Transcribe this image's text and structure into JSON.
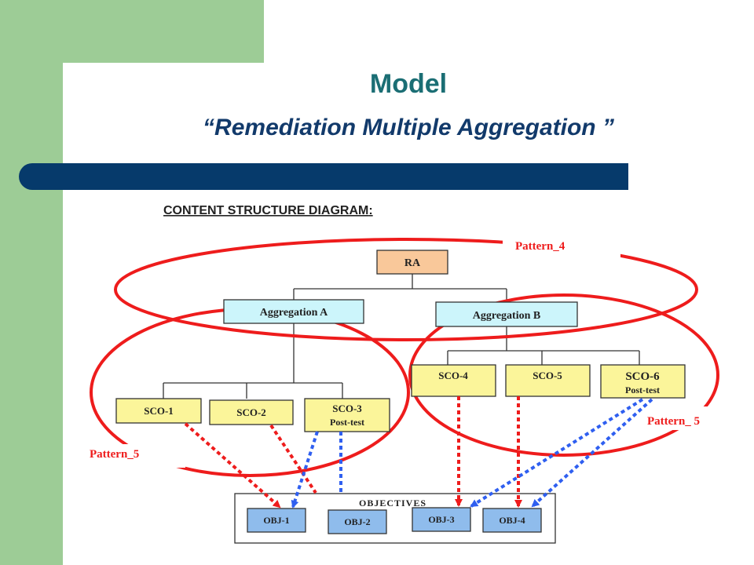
{
  "slide": {
    "title": "Model",
    "subtitle": "“Remediation Multiple Aggregation ”"
  },
  "diagram": {
    "heading": "CONTENT STRUCTURE DIAGRAM",
    "heading_colon": ":",
    "root": "RA",
    "aggregation_a": "Aggregation A",
    "aggregation_b": "Aggregation B",
    "sco_1": "SCO-1",
    "sco_2": "SCO-2",
    "sco_3": "SCO-3",
    "sco_3_sub": "Post-test",
    "sco_4": "SCO-4",
    "sco_5": "SCO-5",
    "sco_6": "SCO-6",
    "sco_6_sub": "Post-test",
    "objectives_label": "OBJECTIVES",
    "obj_1": "OBJ-1",
    "obj_2": "OBJ-2",
    "obj_3": "OBJ-3",
    "obj_4": "OBJ-4",
    "pattern_4": "Pattern_4",
    "pattern_5_left": "Pattern_5",
    "pattern_5_right": "Pattern_ 5",
    "colors": {
      "root_fill": "#f9c89a",
      "aggregation_fill": "#ccf5fb",
      "sco_fill": "#fbf59a",
      "obj_fill": "#8fbcec",
      "pattern_red": "#ee1c1c",
      "arrow_blue": "#2f5ff0"
    }
  }
}
